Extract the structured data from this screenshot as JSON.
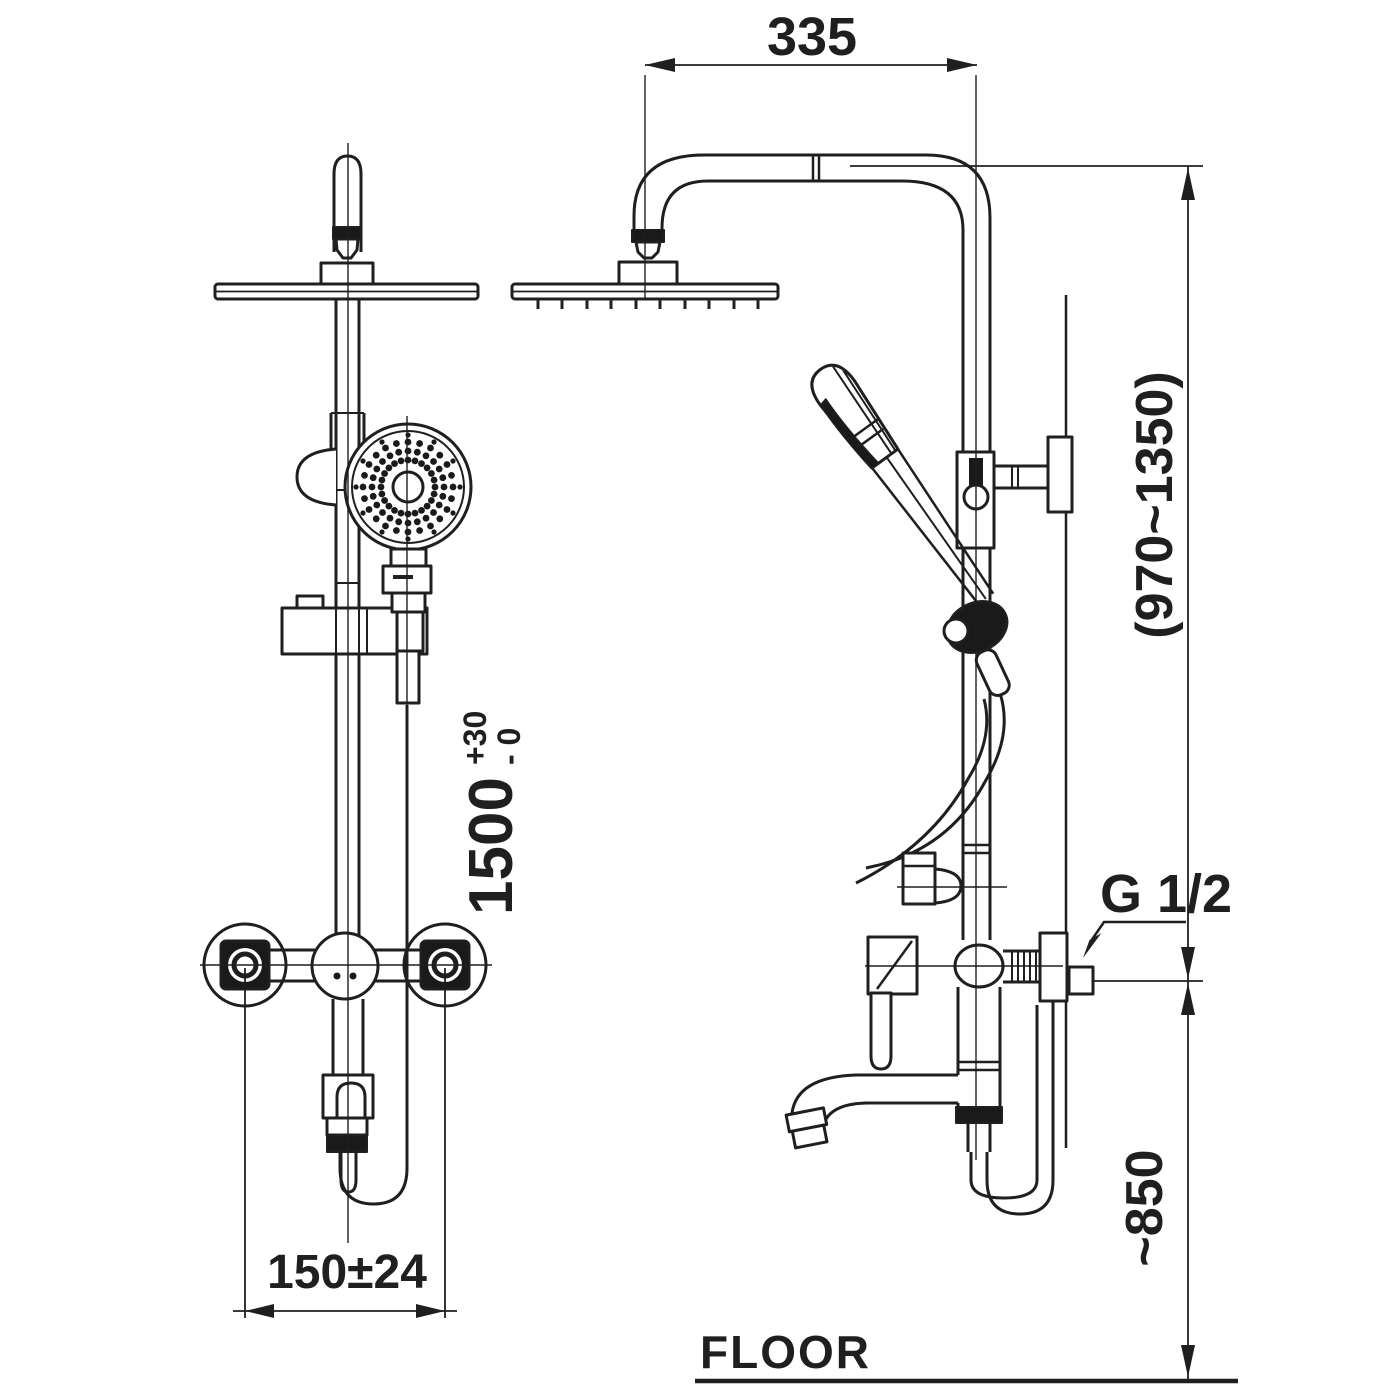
{
  "drawing": {
    "title": "shower-column-installation-drawing",
    "labels": {
      "head_offset": "335",
      "height_range": "(970~1350)",
      "hose_value": "1500",
      "hose_tol_up": "+30",
      "hose_tol_down": "- 0",
      "thread_size": "G 1/2",
      "spout_height": "~850",
      "supply_distance": "150±24",
      "floor": "FLOOR"
    },
    "colors": {
      "line": "#1f1f1f",
      "dark_fill": "#1a1a1a",
      "background": "#ffffff"
    }
  }
}
